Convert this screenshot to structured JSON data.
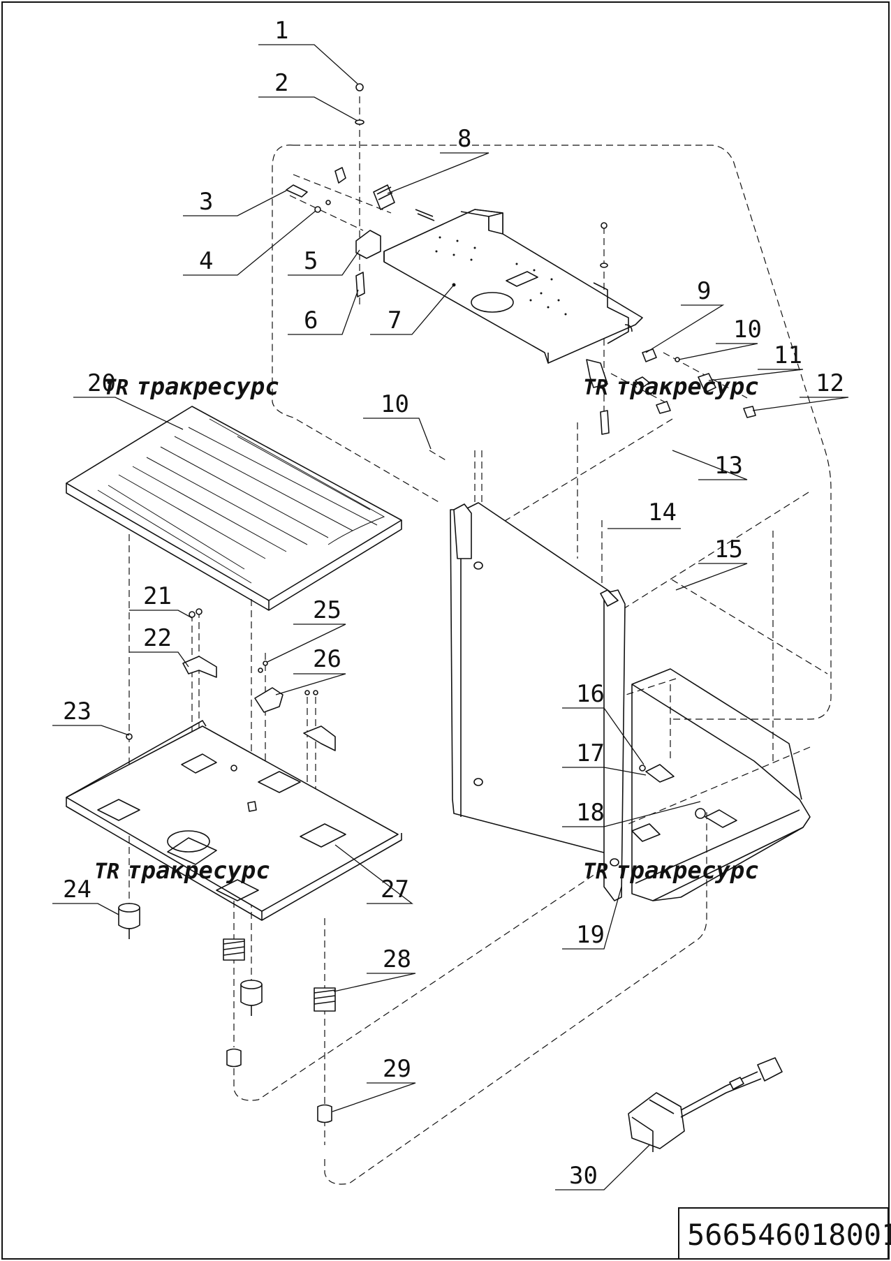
{
  "drawing": {
    "part_number": "566546018001",
    "watermark": {
      "logo": "TR",
      "text": "тракресурс"
    },
    "callouts": [
      "1",
      "2",
      "3",
      "4",
      "5",
      "6",
      "7",
      "8",
      "9",
      "10",
      "10",
      "11",
      "12",
      "13",
      "14",
      "15",
      "16",
      "17",
      "18",
      "19",
      "20",
      "21",
      "22",
      "23",
      "24",
      "25",
      "26",
      "27",
      "28",
      "29",
      "30"
    ]
  }
}
